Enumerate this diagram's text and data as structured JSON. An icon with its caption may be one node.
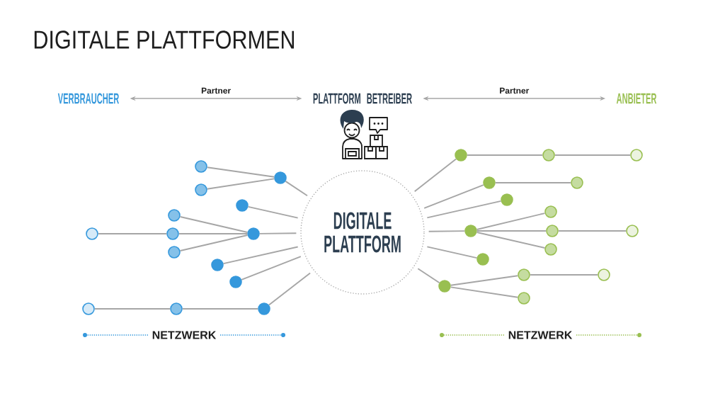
{
  "diagram": {
    "title": "DIGITALE PLATTFORMEN",
    "nodes": [
      {
        "text": [
          "VERBRAUCHER"
        ]
      },
      {
        "text": [
          "PLATTFORM BETREIBER"
        ]
      },
      {
        "text": [
          "ANBIETER"
        ]
      },
      {
        "text": [
          "DIGITALE PLATTFORM"
        ]
      },
      {
        "text": [],
        "shape": "circle"
      },
      {
        "text": [],
        "shape": "circle"
      },
      {
        "text": [],
        "shape": "circle"
      },
      {
        "text": [],
        "shape": "circle"
      },
      {
        "text": [],
        "shape": "circle"
      },
      {
        "text": [],
        "shape": "circle"
      },
      {
        "text": [],
        "shape": "circle"
      },
      {
        "text": [],
        "shape": "circle"
      },
      {
        "text": [],
        "shape": "circle"
      },
      {
        "text": [],
        "shape": "circle"
      },
      {
        "text": [],
        "shape": "circle"
      },
      {
        "text": [],
        "shape": "circle"
      },
      {
        "text": [],
        "shape": "circle"
      },
      {
        "text": [],
        "shape": "circle"
      },
      {
        "text": [],
        "shape": "circle"
      },
      {
        "text": [],
        "shape": "circle"
      },
      {
        "text": [],
        "shape": "circle"
      },
      {
        "text": [],
        "shape": "circle"
      },
      {
        "text": [],
        "shape": "circle"
      },
      {
        "text": [],
        "shape": "circle"
      },
      {
        "text": [],
        "shape": "circle"
      },
      {
        "text": [],
        "shape": "circle"
      },
      {
        "text": [],
        "shape": "circle"
      },
      {
        "text": [],
        "shape": "circle"
      },
      {
        "text": [],
        "shape": "circle"
      },
      {
        "text": [],
        "shape": "circle"
      },
      {
        "text": [],
        "shape": "circle"
      },
      {
        "text": [],
        "shape": "circle"
      },
      {
        "text": [],
        "shape": "circle"
      },
      {
        "text": [],
        "shape": "circle"
      }
    ],
    "edges": [
      {
        "from": 0,
        "to": 1,
        "arrow": "both",
        "label": "Partner"
      },
      {
        "from": 1,
        "to": 2,
        "arrow": "both",
        "label": "Partner"
      },
      {
        "from": 3,
        "to": 4,
        "arrow": "none"
      },
      {
        "from": 4,
        "to": 5,
        "arrow": "none"
      },
      {
        "from": 4,
        "to": 6,
        "arrow": "none"
      },
      {
        "from": 3,
        "to": 7,
        "arrow": "none"
      },
      {
        "from": 3,
        "to": 8,
        "arrow": "none"
      },
      {
        "from": 8,
        "to": 9,
        "arrow": "none"
      },
      {
        "from": 8,
        "to": 10,
        "arrow": "none"
      },
      {
        "from": 8,
        "to": 11,
        "arrow": "none"
      },
      {
        "from": 10,
        "to": 12,
        "arrow": "none"
      },
      {
        "from": 3,
        "to": 13,
        "arrow": "none"
      },
      {
        "from": 3,
        "to": 14,
        "arrow": "none"
      },
      {
        "from": 3,
        "to": 15,
        "arrow": "none"
      },
      {
        "from": 15,
        "to": 16,
        "arrow": "none"
      },
      {
        "from": 16,
        "to": 17,
        "arrow": "none"
      },
      {
        "from": 3,
        "to": 18,
        "arrow": "none"
      },
      {
        "from": 18,
        "to": 19,
        "arrow": "none"
      },
      {
        "from": 19,
        "to": 20,
        "arrow": "none"
      },
      {
        "from": 3,
        "to": 21,
        "arrow": "none"
      },
      {
        "from": 21,
        "to": 22,
        "arrow": "none"
      },
      {
        "from": 3,
        "to": 23,
        "arrow": "none"
      },
      {
        "from": 3,
        "to": 24,
        "arrow": "none"
      },
      {
        "from": 24,
        "to": 25,
        "arrow": "none"
      },
      {
        "from": 24,
        "to": 26,
        "arrow": "none"
      },
      {
        "from": 26,
        "to": 27,
        "arrow": "none"
      },
      {
        "from": 24,
        "to": 28,
        "arrow": "none"
      },
      {
        "from": 3,
        "to": 29,
        "arrow": "none"
      },
      {
        "from": 3,
        "to": 30,
        "arrow": "none"
      },
      {
        "from": 30,
        "to": 31,
        "arrow": "none"
      },
      {
        "from": 31,
        "to": 32,
        "arrow": "none"
      },
      {
        "from": 30,
        "to": 33,
        "arrow": "none"
      }
    ],
    "labels": [
      "NETZWERK",
      "NETZWERK"
    ]
  }
}
